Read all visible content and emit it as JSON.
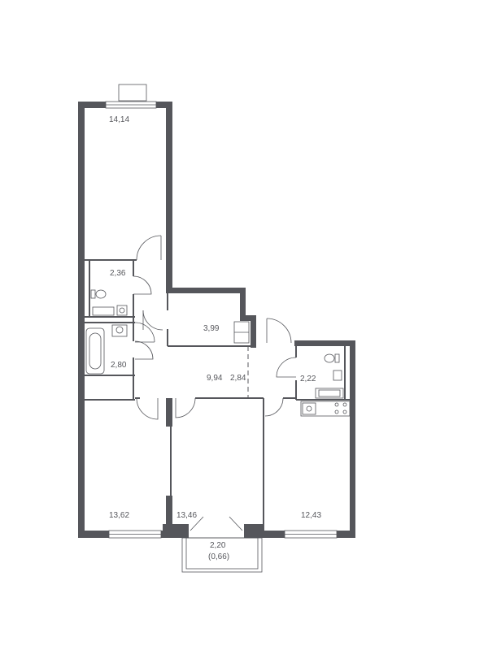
{
  "plan": {
    "rooms": [
      {
        "id": "room-bedroom-top",
        "area": "14,14"
      },
      {
        "id": "room-wc",
        "area": "2,36"
      },
      {
        "id": "room-storage",
        "area": "3,99"
      },
      {
        "id": "room-bathroom",
        "area": "2,80"
      },
      {
        "id": "room-hall",
        "area": "9,94"
      },
      {
        "id": "room-corridor",
        "area": "2,84"
      },
      {
        "id": "room-bathroom-right",
        "area": "2,22"
      },
      {
        "id": "room-bedroom-left",
        "area": "13,62"
      },
      {
        "id": "room-living",
        "area": "13,46"
      },
      {
        "id": "room-kitchen",
        "area": "12,43"
      },
      {
        "id": "room-balcony",
        "area": "2,20",
        "note": "(0,66)"
      }
    ]
  }
}
